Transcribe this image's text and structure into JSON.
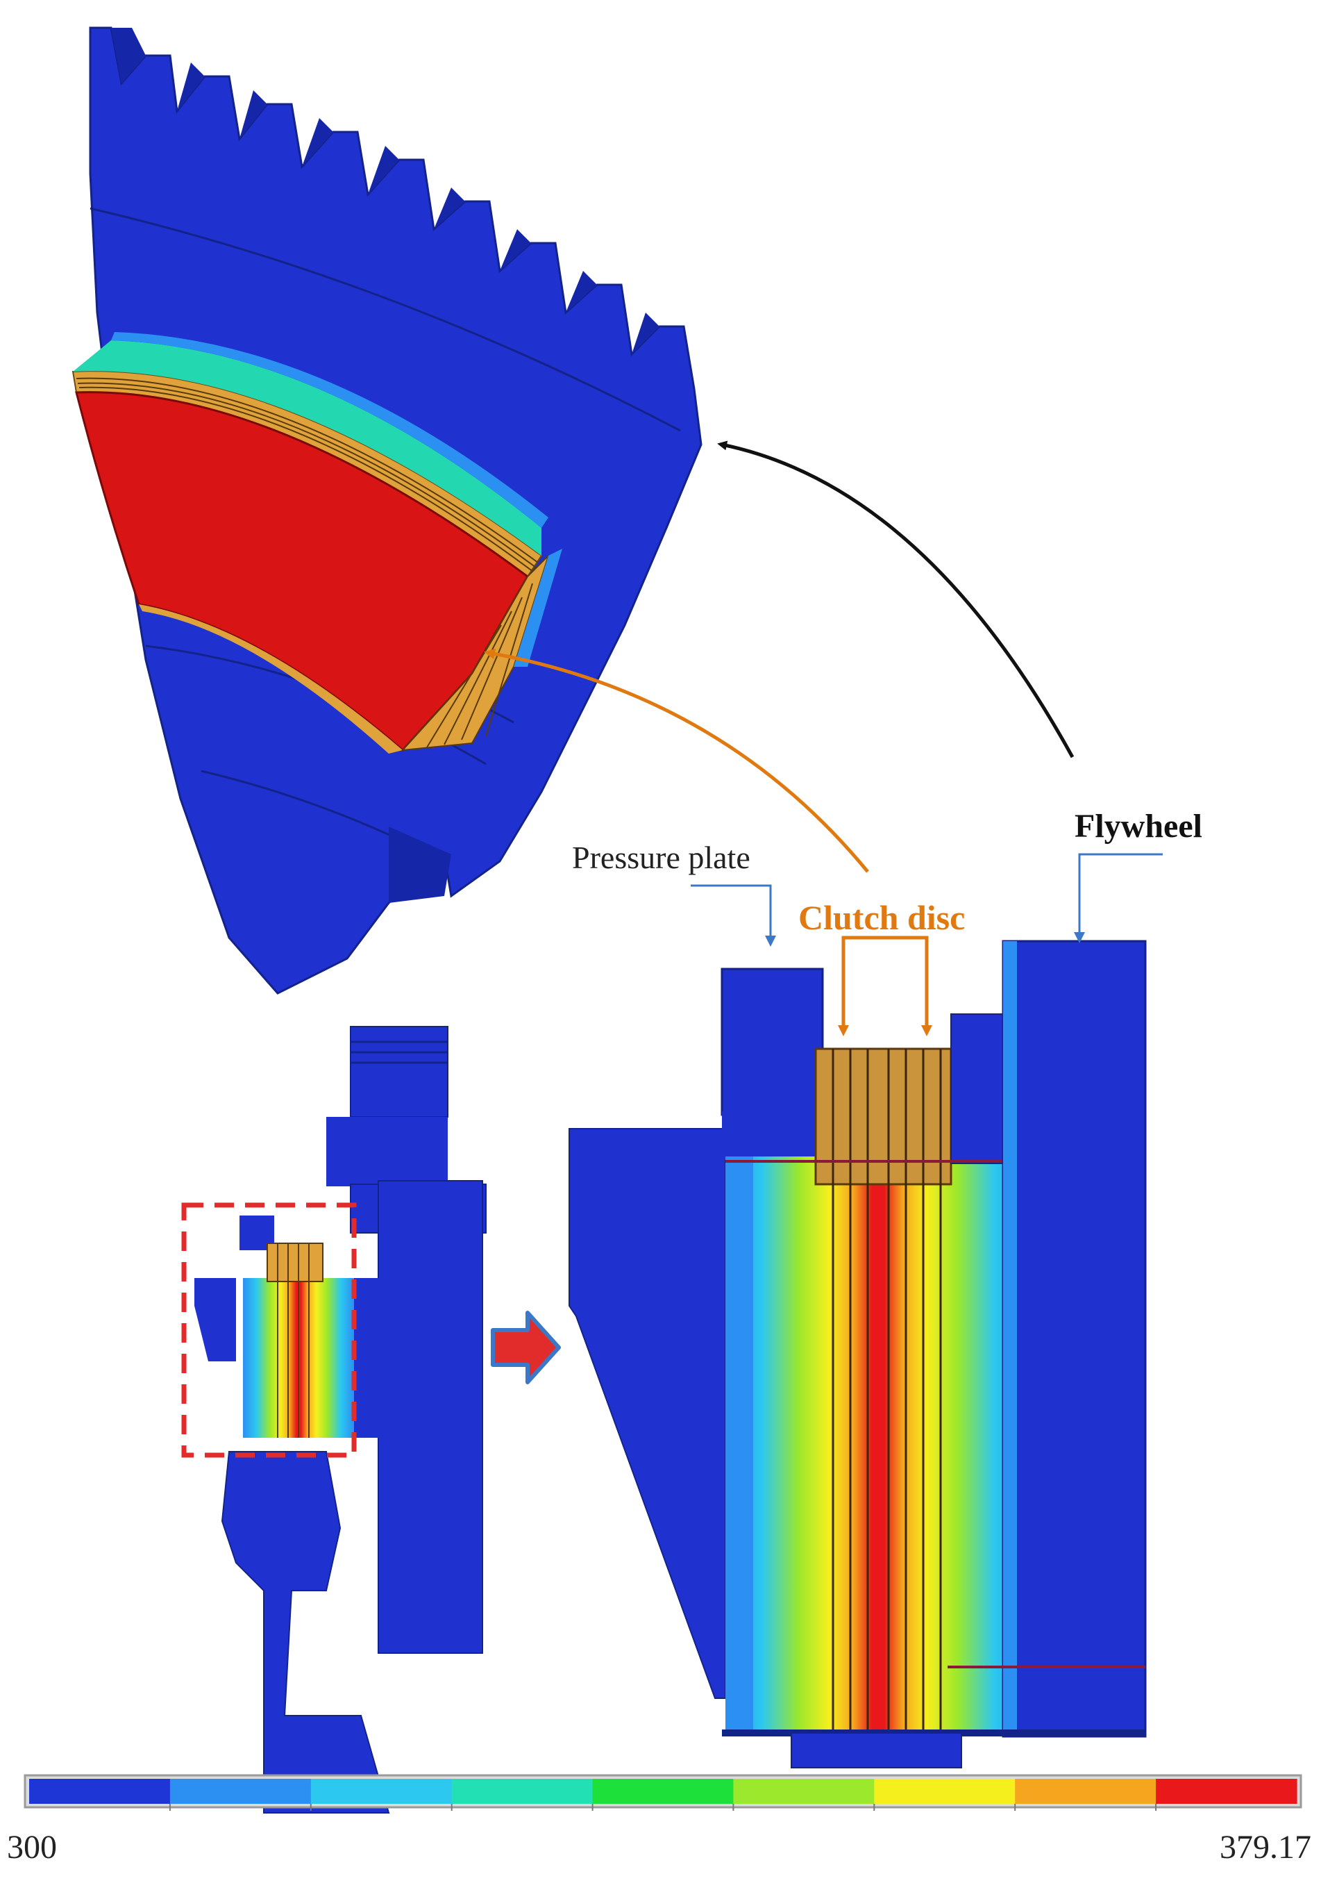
{
  "labels": {
    "pressure_plate": "Pressure plate",
    "clutch_disc": "Clutch disc",
    "flywheel": "Flywheel"
  },
  "colorbar": {
    "min_label": "300",
    "max_label": "379.17",
    "colors": [
      "#1f36d6",
      "#2c8ff2",
      "#2cc8f0",
      "#23e0b4",
      "#1ee03a",
      "#9be82c",
      "#f6ef1e",
      "#f6a51e",
      "#e8181b"
    ]
  },
  "colors": {
    "cold_blue": "#1f32d0",
    "hot_red": "#d81414",
    "orange": "#e0a23a",
    "clutch_label": "#e07a10",
    "leader_blue": "#3c78c8",
    "zoom_box": "#e22b2b"
  }
}
